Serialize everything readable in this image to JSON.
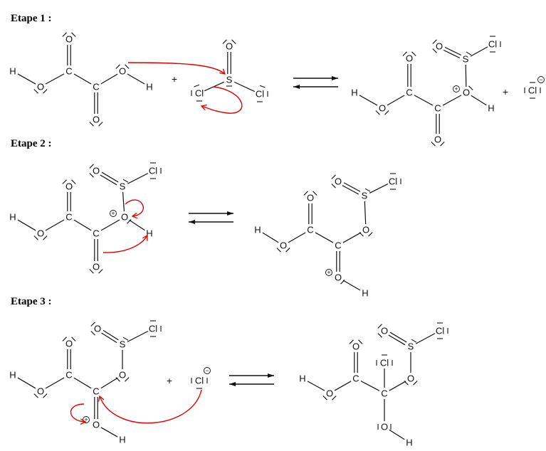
{
  "steps": [
    {
      "title": "Etape 1 :"
    },
    {
      "title": "Etape 2 :"
    },
    {
      "title": "Etape 3 :"
    }
  ],
  "atoms": {
    "H": "H",
    "O": "O",
    "C": "C",
    "S": "S",
    "Cl": "Cl"
  },
  "symbols": {
    "plus": "+",
    "positive_charge": "+",
    "negative_charge": "−"
  },
  "colors": {
    "electron_arrow": "#e00000",
    "ink": "#111111"
  }
}
